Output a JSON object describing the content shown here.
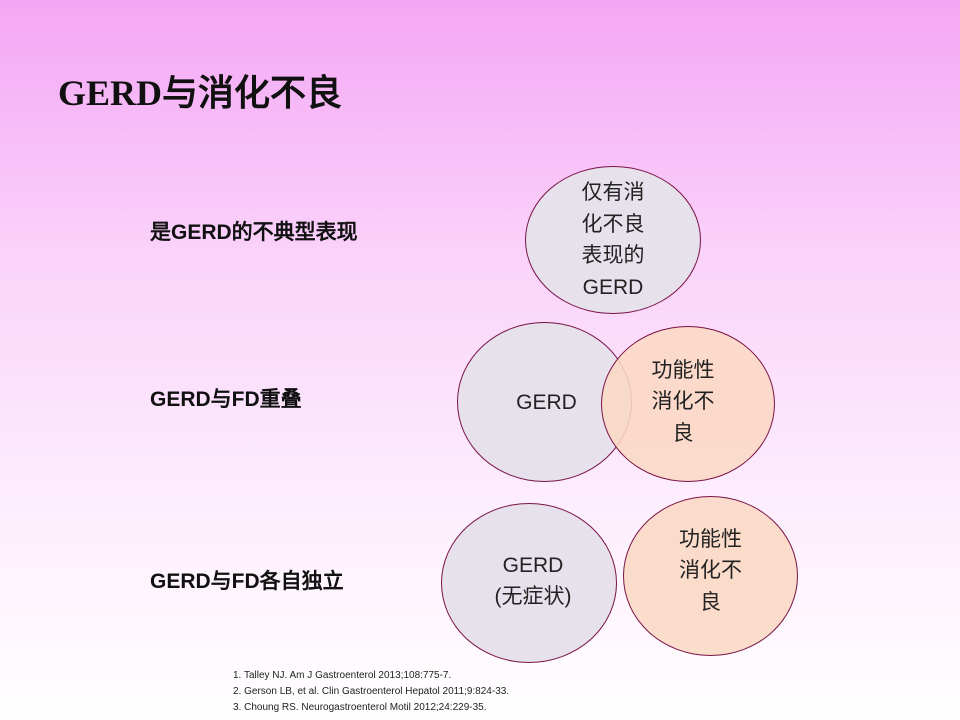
{
  "title": "GERD与消化不良",
  "rows": [
    {
      "label": "是GERD的不典型表现"
    },
    {
      "label": "GERD与FD重叠"
    },
    {
      "label": "GERD与FD各自独立"
    }
  ],
  "circles": {
    "atypical_gerd": "仅有消\n化不良\n表现的\nGERD",
    "overlap_gerd": "GERD",
    "overlap_fd": "功能性\n消化不\n良",
    "independent_gerd": "GERD\n(无症状)",
    "independent_fd": "功能性\n消化不\n良"
  },
  "references": [
    "1. Talley NJ. Am J Gastroenterol 2013;108:775-7.",
    "2. Gerson LB, et al. Clin Gastroenterol Hepatol 2011;9:824-33.",
    "3. Choung RS. Neurogastroenterol Motil 2012;24:229-35."
  ],
  "colors": {
    "gerd_fill": "#e7e1ec",
    "fd_fill": "#fbd8c4",
    "circle_border": "#7a1448"
  }
}
